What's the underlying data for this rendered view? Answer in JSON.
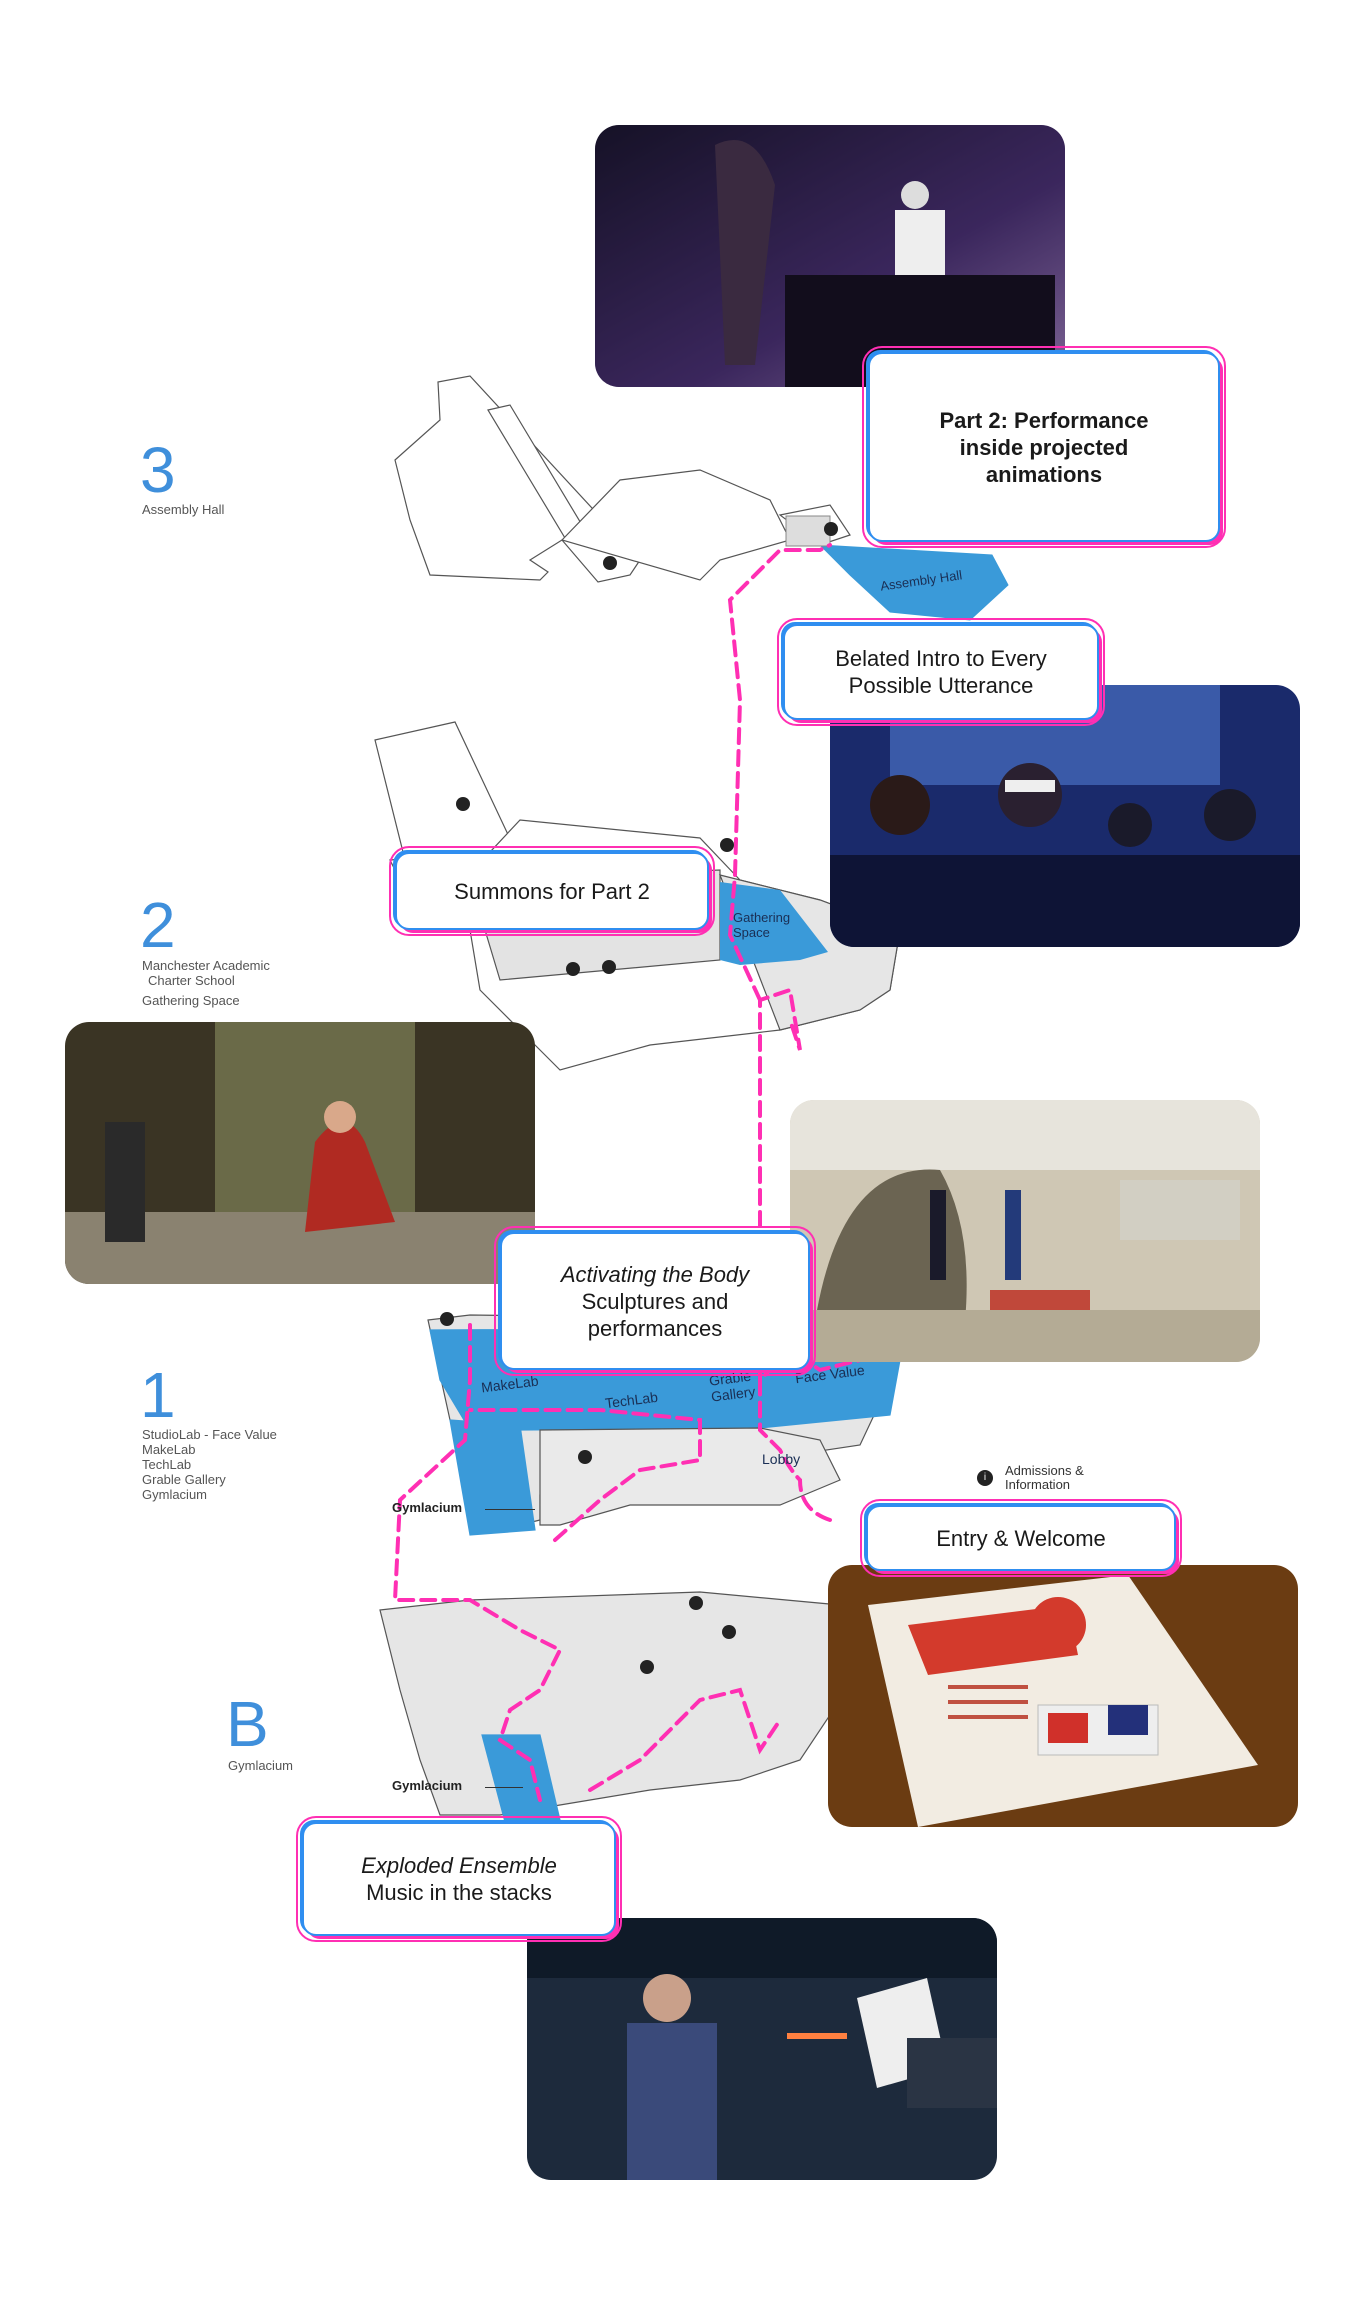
{
  "floors": [
    {
      "number": "3",
      "subtitle": [
        "Assembly Hall"
      ]
    },
    {
      "number": "2",
      "subtitle": [
        "Manchester Academic",
        "Charter School",
        "Gathering Space"
      ]
    },
    {
      "number": "1",
      "subtitle": [
        "StudioLab - Face Value",
        "MakeLab",
        "TechLab",
        "Grable Gallery",
        "Gymlacium"
      ]
    },
    {
      "number": "B",
      "subtitle": [
        "Gymlacium"
      ]
    }
  ],
  "callouts": {
    "part2": {
      "lines": [
        "Part 2: Performance",
        "inside projected",
        "animations"
      ]
    },
    "belated": {
      "lines": [
        "Belated Intro to Every",
        "Possible Utterance"
      ]
    },
    "summons": {
      "lines": [
        "Summons for Part 2"
      ]
    },
    "activating": {
      "italic": "Activating the Body",
      "lines": [
        "Sculptures and",
        "performances"
      ]
    },
    "entry": {
      "lines": [
        "Entry & Welcome"
      ]
    },
    "exploded": {
      "italic": "Exploded Ensemble",
      "lines": [
        "Music in the stacks"
      ]
    }
  },
  "plan_labels": {
    "assembly_hall": "Assembly Hall",
    "gathering_space": [
      "Gathering",
      "Space"
    ],
    "makelab": "MakeLab",
    "techlab": "TechLab",
    "grable_gallery": [
      "Grable",
      "Gallery"
    ],
    "face_value": "Face Value",
    "lobby": "Lobby",
    "gymlacium_1": "Gymlacium",
    "gymlacium_b": "Gymlacium",
    "admissions": [
      "Admissions &",
      "Information"
    ]
  },
  "icons": [
    "elevator-icon",
    "restroom-icon",
    "accessible-icon",
    "info-icon"
  ],
  "colors": {
    "accent_blue": "#3a9ad9",
    "path_pink": "#ff2fb3",
    "outline_blue": "#2f8ef0",
    "floor_num": "#3f8fdb"
  }
}
